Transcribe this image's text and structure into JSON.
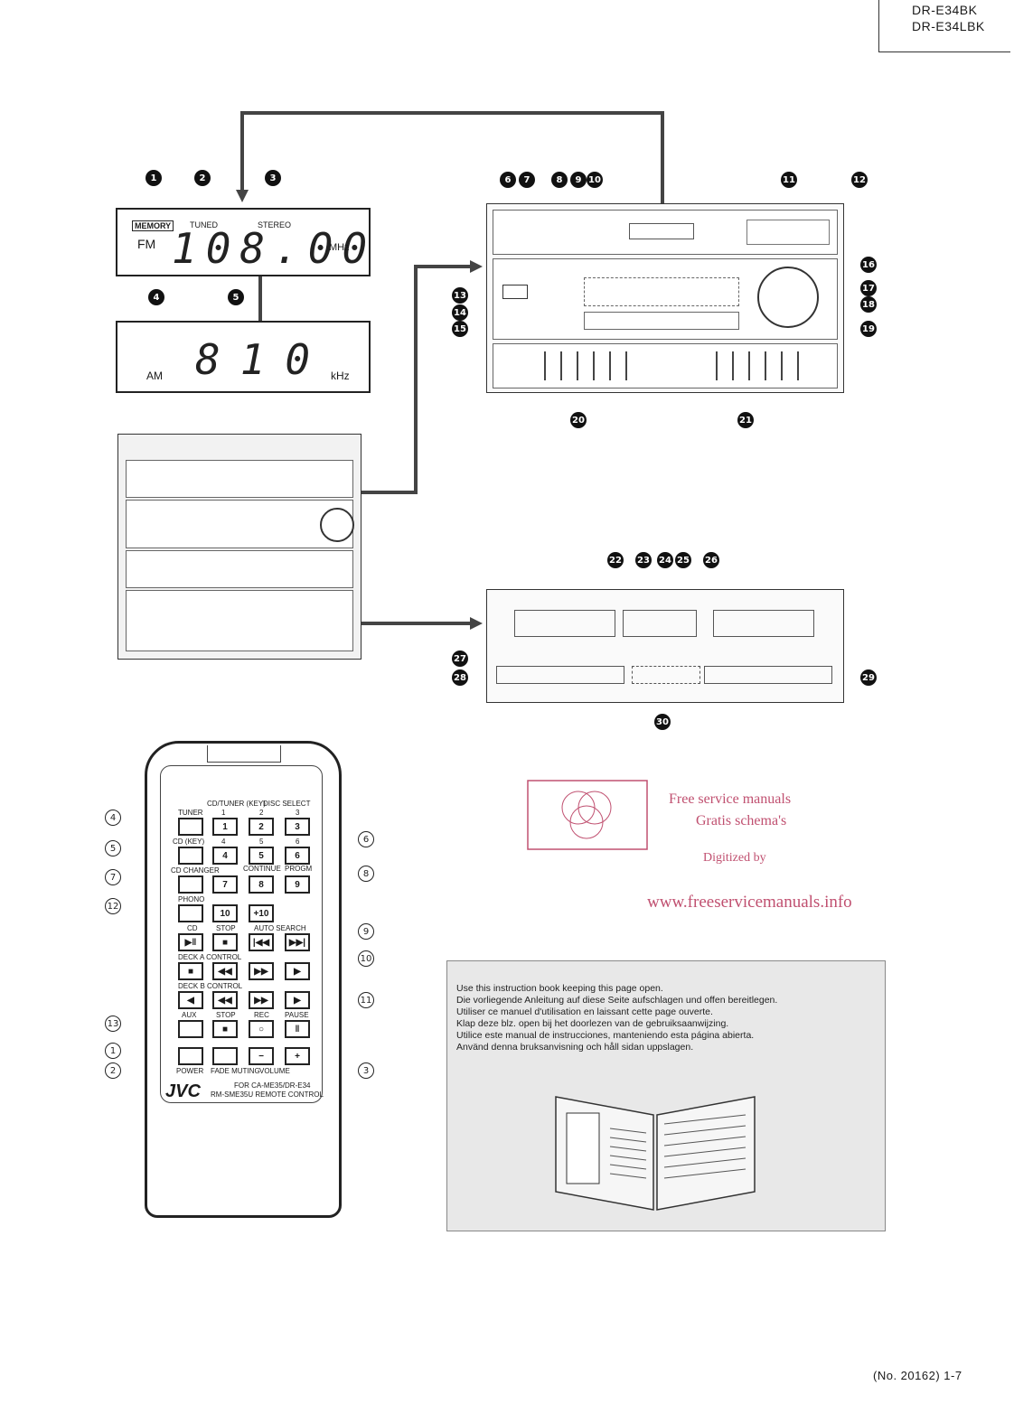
{
  "header": {
    "model_lines": [
      "DR-E34BK",
      "DR-E34LBK"
    ]
  },
  "fm_display": {
    "indicators": [
      "MEMORY",
      "TUNED",
      "STEREO"
    ],
    "band": "FM",
    "frequency": "108.00",
    "unit": "MHz"
  },
  "am_display": {
    "band": "AM",
    "frequency": "810",
    "unit": "kHz"
  },
  "callouts_tuner_display": [
    "1",
    "2",
    "3",
    "4",
    "5"
  ],
  "callouts_unit": [
    "6",
    "7",
    "8",
    "9",
    "10",
    "11",
    "12",
    "13",
    "14",
    "15",
    "16",
    "17",
    "18",
    "19",
    "20",
    "21"
  ],
  "callouts_cassette": [
    "22",
    "23",
    "24",
    "25",
    "26",
    "27",
    "28",
    "29",
    "30"
  ],
  "remote": {
    "top_labels": {
      "cd_tuner_key": "CD/TUNER (KEY)",
      "disc_select": "DISC SELECT"
    },
    "left_buttons": [
      "TUNER",
      "CD (KEY)",
      "CD CHANGER",
      "PHONO"
    ],
    "number_keys": [
      "1",
      "2",
      "3",
      "4",
      "5",
      "6",
      "7",
      "8",
      "9",
      "10",
      "+10"
    ],
    "number_labels": [
      "1",
      "2",
      "3",
      "4",
      "5",
      "6"
    ],
    "continue_label": "CONTINUE",
    "program_label": "PROGM",
    "cd_row_labels": [
      "CD",
      "STOP",
      "AUTO SEARCH"
    ],
    "deck_a_label": "DECK A CONTROL",
    "deck_b_label": "DECK B CONTROL",
    "aux_row_labels": [
      "AUX",
      "STOP",
      "REC",
      "PAUSE"
    ],
    "bottom_labels": [
      "POWER",
      "FADE MUTING",
      "VOLUME"
    ],
    "bottom_symbols": [
      "",
      "",
      "−",
      "+"
    ],
    "brand": "JVC",
    "model_line1": "FOR CA-ME35/DR-E34",
    "model_line2": "RM-SME35U REMOTE CONTROL",
    "left_callouts": [
      "4",
      "5",
      "7",
      "12",
      "13",
      "1",
      "2"
    ],
    "right_callouts": [
      "6",
      "8",
      "9",
      "10",
      "11",
      "3"
    ]
  },
  "watermark": {
    "line1": "Free service manuals",
    "line2": "Gratis schema's",
    "line3": "Digitized by",
    "url": "www.freeservicemanuals.info"
  },
  "notice": {
    "lines": [
      "Use this instruction book keeping this page open.",
      "Die vorliegende Anleitung auf diese Seite aufschlagen und offen bereitlegen.",
      "Utiliser ce manuel d'utilisation en laissant cette page ouverte.",
      "Klap deze blz. open bij het doorlezen van de gebruiksaanwijzing.",
      "Utilice este manual de instrucciones, manteniendo esta página abierta.",
      "Använd denna bruksanvisning och håll sidan uppslagen."
    ]
  },
  "footer": {
    "page_ref": "(No. 20162) 1-7"
  }
}
